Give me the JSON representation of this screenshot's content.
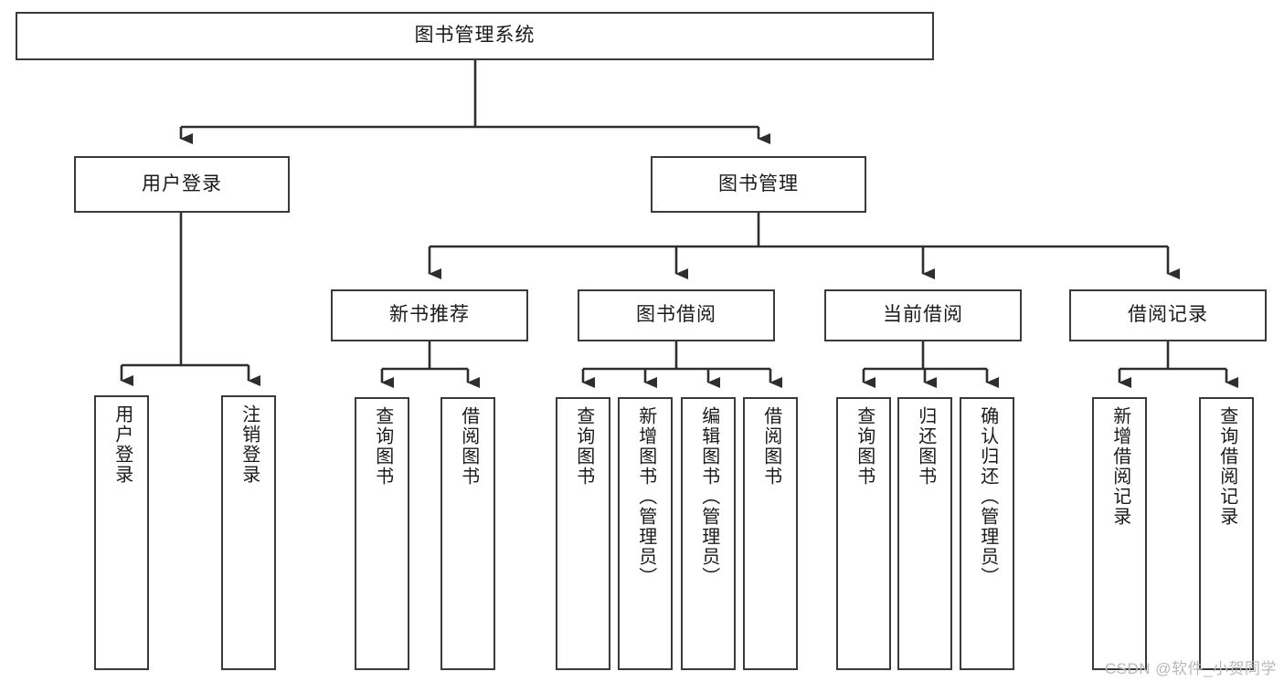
{
  "diagram": {
    "title": "图书管理系统",
    "type": "tree",
    "colors": {
      "box_border": "#3a3a3a",
      "box_fill": "#ffffff",
      "line": "#2e2e2e",
      "text": "#1a1a1a",
      "watermark": "#b9b9b9",
      "background": "#ffffff"
    },
    "watermark": "CSDN @软件_小贺同学",
    "nodes": {
      "root": {
        "label": "图书管理系统"
      },
      "level2": [
        {
          "label": "用户登录"
        },
        {
          "label": "图书管理"
        }
      ],
      "level3": [
        {
          "label": "新书推荐"
        },
        {
          "label": "图书借阅"
        },
        {
          "label": "当前借阅"
        },
        {
          "label": "借阅记录"
        }
      ],
      "leaves_user_login": [
        {
          "label": "用户登录"
        },
        {
          "label": "注销登录"
        }
      ],
      "leaves_new_book": [
        {
          "label": "查询图书"
        },
        {
          "label": "借阅图书"
        }
      ],
      "leaves_borrow": [
        {
          "label": "查询图书"
        },
        {
          "label": "新增图书（管理员）"
        },
        {
          "label": "编辑图书（管理员）"
        },
        {
          "label": "借阅图书"
        }
      ],
      "leaves_current": [
        {
          "label": "查询图书"
        },
        {
          "label": "归还图书"
        },
        {
          "label": "确认归还（管理员）"
        }
      ],
      "leaves_record": [
        {
          "label": "新增借阅记录"
        },
        {
          "label": "查询借阅记录"
        }
      ]
    }
  }
}
